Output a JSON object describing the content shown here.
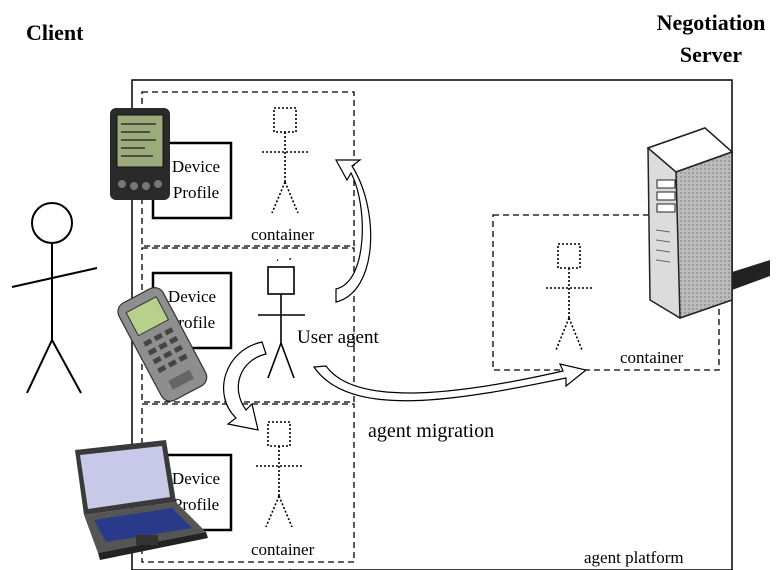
{
  "labels": {
    "client": "Client",
    "server_line1": "Negotiation",
    "server_line2": "Server",
    "device_profile_1a": "Device",
    "device_profile_1b": "Profile",
    "device_profile_2a": "Device",
    "device_profile_2b": "Profile",
    "device_profile_3a": "Device",
    "device_profile_3b": "Profile",
    "container": "container",
    "user_agent": "User agent",
    "agent_migration": "agent migration",
    "agent_platform": "agent platform"
  },
  "icons": [
    "pda-icon",
    "mobile-phone-icon",
    "laptop-icon",
    "server-tower-icon",
    "person-stick-figure-icon",
    "agent-figure-icon"
  ]
}
